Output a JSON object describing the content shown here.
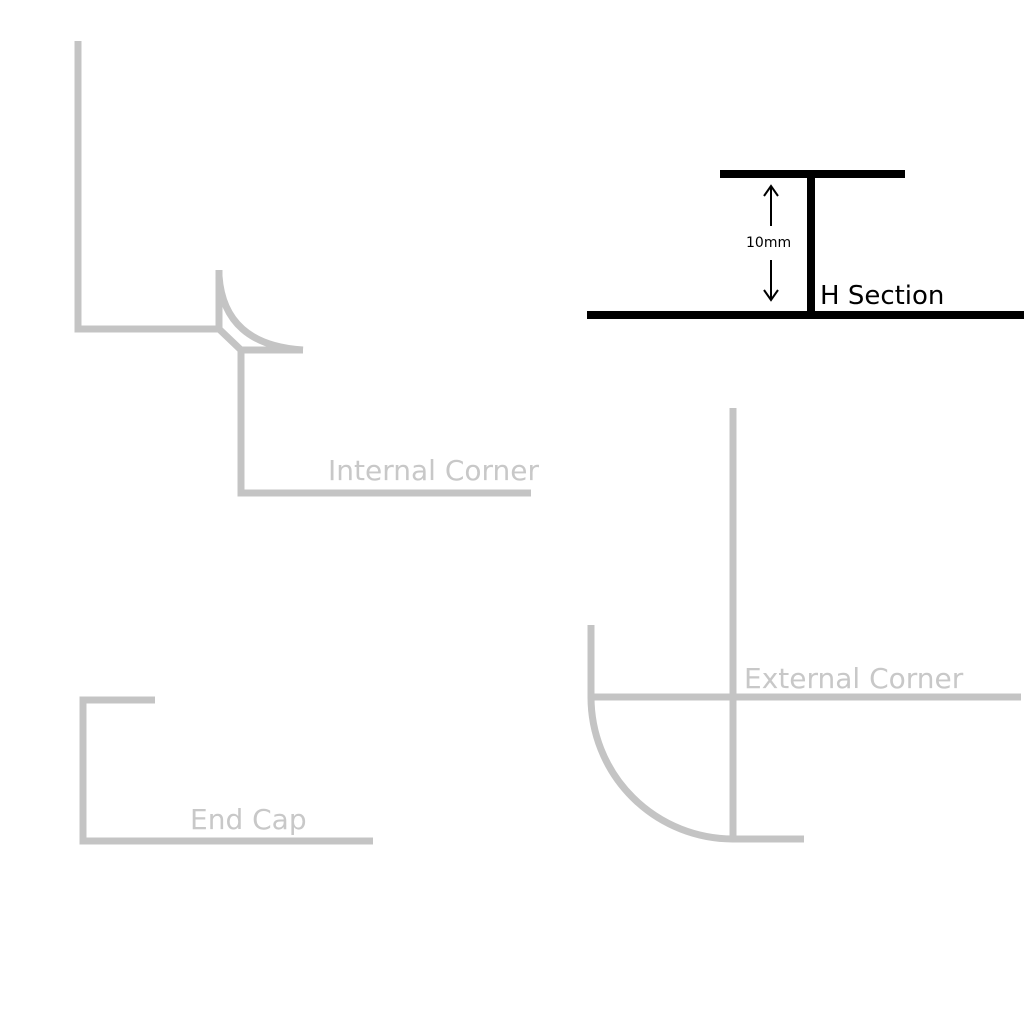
{
  "labels": {
    "internal_corner": "Internal Corner",
    "h_section": "H Section",
    "h_section_dimension": "10mm",
    "external_corner": "External Corner",
    "end_cap": "End Cap"
  },
  "colors": {
    "profile_grey": "#c4c4c4",
    "label_grey": "#c8c8c8",
    "profile_black": "#000000",
    "background": "#ffffff"
  }
}
